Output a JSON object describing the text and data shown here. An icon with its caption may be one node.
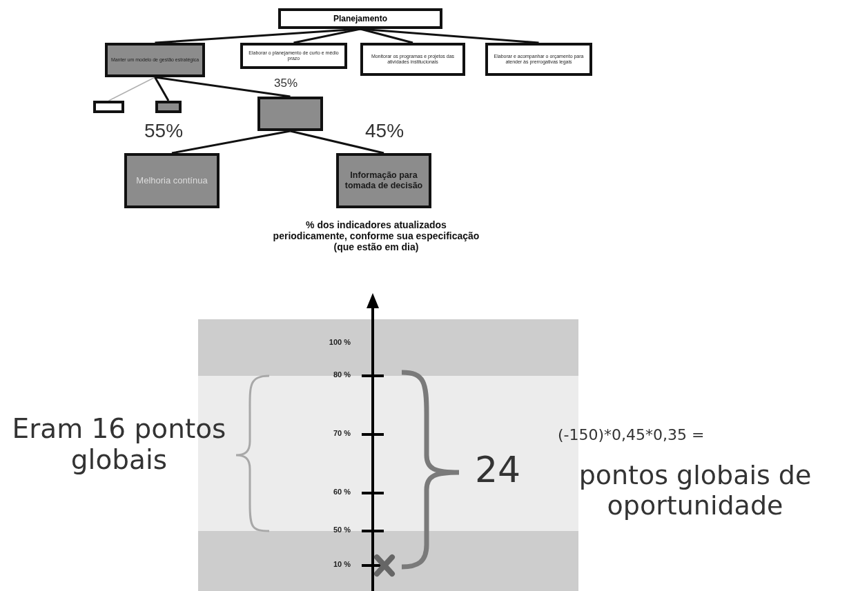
{
  "diagram": {
    "nodes": [
      {
        "text": [
          "Planejamento"
        ]
      },
      {
        "text": [
          "Manter um modelo de gestão estratégica"
        ]
      },
      {
        "text": [
          "Elaborar o planejamento de curto e médio prazo"
        ]
      },
      {
        "text": [
          "Monitorar os programas e projetos das atividades institucionais"
        ]
      },
      {
        "text": [
          "Elaborar e acompanhar o orçamento para atender às prerrogativas legais"
        ]
      },
      {
        "text": [],
        "shape": "box"
      },
      {
        "text": [],
        "shape": "box"
      },
      {
        "text": [],
        "shape": "box",
        "beside": [
          "35%"
        ]
      },
      {
        "text": [
          "Melhoria contínua"
        ],
        "beside": [
          "55%"
        ]
      },
      {
        "text": [
          "Informação para tomada de decisão"
        ],
        "beside": [
          "45%"
        ]
      }
    ],
    "edges": [
      {
        "from": 0,
        "to": 1,
        "arrow": "none"
      },
      {
        "from": 0,
        "to": 2,
        "arrow": "none"
      },
      {
        "from": 0,
        "to": 3,
        "arrow": "none"
      },
      {
        "from": 0,
        "to": 4,
        "arrow": "none"
      },
      {
        "from": 1,
        "to": 5,
        "arrow": "none",
        "color": "#b0b0b0"
      },
      {
        "from": 1,
        "to": 6,
        "arrow": "none"
      },
      {
        "from": 1,
        "to": 7,
        "arrow": "none"
      },
      {
        "from": 7,
        "to": 8,
        "arrow": "none"
      },
      {
        "from": 7,
        "to": 9,
        "arrow": "none"
      }
    ],
    "labels": [
      "% dos indicadores atualizados periodicamente, conforme sua especificação (que estão em dia)",
      "100 %",
      "80 %",
      "Eram 16 pontos globais",
      "70 %",
      "(-150)*0,45*0,35 =",
      "24",
      "pontos globais de oportunidade",
      "60 %",
      "50 %",
      "10 %"
    ]
  }
}
